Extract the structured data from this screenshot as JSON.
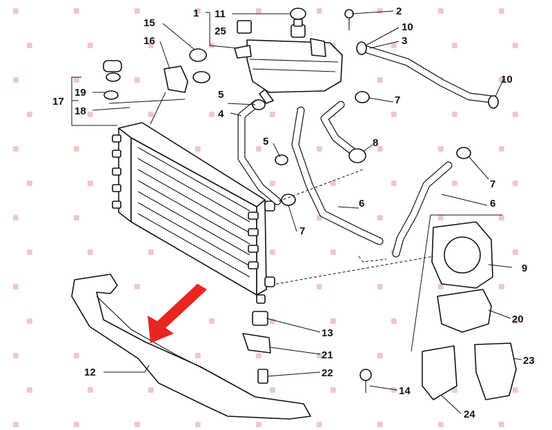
{
  "parts": [
    {
      "key": "p1",
      "label": "1"
    },
    {
      "key": "p2",
      "label": "2"
    },
    {
      "key": "p3",
      "label": "3"
    },
    {
      "key": "p4",
      "label": "4"
    },
    {
      "key": "p5a",
      "label": "5"
    },
    {
      "key": "p5b",
      "label": "5"
    },
    {
      "key": "p6a",
      "label": "6"
    },
    {
      "key": "p6b",
      "label": "6"
    },
    {
      "key": "p7a",
      "label": "7"
    },
    {
      "key": "p7b",
      "label": "7"
    },
    {
      "key": "p7c",
      "label": "7"
    },
    {
      "key": "p8",
      "label": "8"
    },
    {
      "key": "p9",
      "label": "9"
    },
    {
      "key": "p10a",
      "label": "10"
    },
    {
      "key": "p10b",
      "label": "10"
    },
    {
      "key": "p11",
      "label": "11"
    },
    {
      "key": "p12",
      "label": "12"
    },
    {
      "key": "p13",
      "label": "13"
    },
    {
      "key": "p14",
      "label": "14"
    },
    {
      "key": "p15",
      "label": "15"
    },
    {
      "key": "p16",
      "label": "16"
    },
    {
      "key": "p17",
      "label": "17"
    },
    {
      "key": "p18",
      "label": "18"
    },
    {
      "key": "p19",
      "label": "19"
    },
    {
      "key": "p20",
      "label": "20"
    },
    {
      "key": "p21",
      "label": "21"
    },
    {
      "key": "p22",
      "label": "22"
    },
    {
      "key": "p23",
      "label": "23"
    },
    {
      "key": "p24",
      "label": "24"
    },
    {
      "key": "p25",
      "label": "25"
    }
  ],
  "callout": {
    "color": "#e8251f"
  },
  "watermark": {
    "color": "#f2c6c6"
  }
}
